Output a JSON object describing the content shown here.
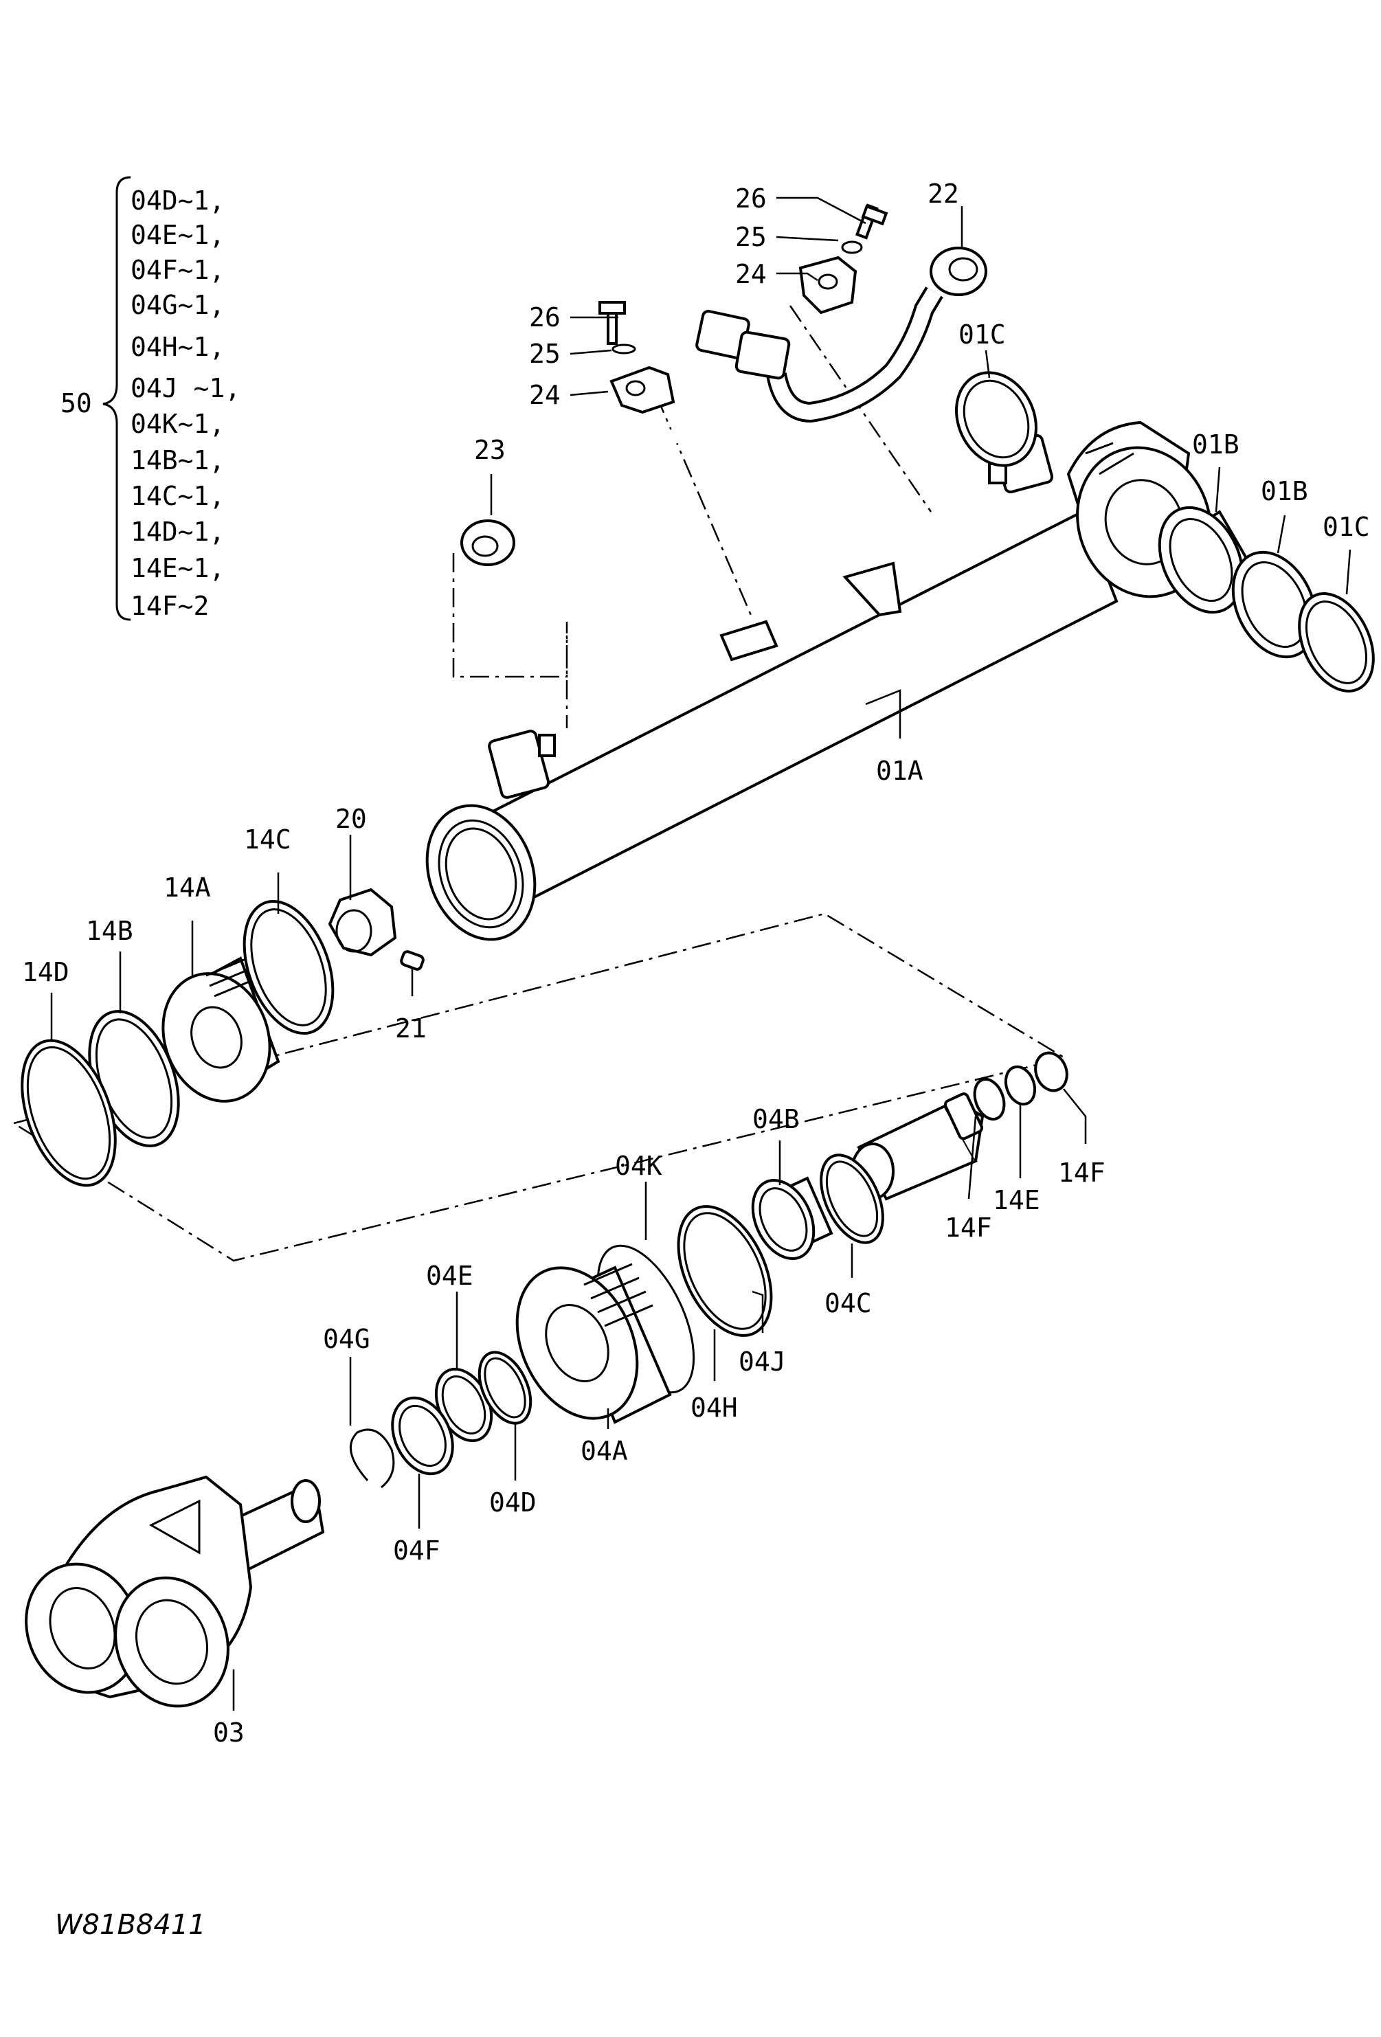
{
  "diagram": {
    "drawing_code": "W81B8411",
    "kit": {
      "number": "50",
      "items": [
        "04D~1,",
        "04E~1,",
        "04F~1,",
        "04G~1,",
        "04H~1,",
        "04J ~1,",
        "04K~1,",
        "14B~1,",
        "14C~1,",
        "14D~1,",
        "14E~1,",
        "14F~2"
      ]
    },
    "labels": {
      "l26a": "26",
      "l25a": "25",
      "l24a": "24",
      "l22": "22",
      "l26b": "26",
      "l25b": "25",
      "l24b": "24",
      "l23": "23",
      "l01C_top": "01C",
      "l01B_a": "01B",
      "l01B_b": "01B",
      "l01C_right": "01C",
      "l01A": "01A",
      "l20": "20",
      "l21": "21",
      "l14C": "14C",
      "l14A": "14A",
      "l14B": "14B",
      "l14D": "14D",
      "l04B": "04B",
      "l04K": "04K",
      "l14F_a": "14F",
      "l14E": "14E",
      "l14F_b": "14F",
      "l04C": "04C",
      "l04J": "04J",
      "l04H": "04H",
      "l04E": "04E",
      "l04G": "04G",
      "l04D": "04D",
      "l04A": "04A",
      "l04F": "04F",
      "l03": "03"
    }
  }
}
